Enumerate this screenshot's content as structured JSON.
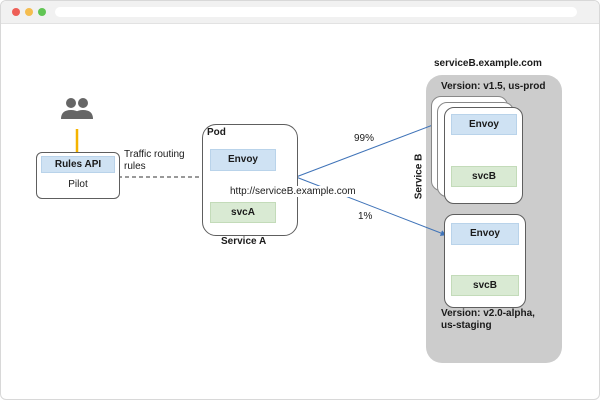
{
  "colors": {
    "proxy_fill": "#cfe2f3",
    "service_fill": "#d9ead3",
    "group_fill": "#cccccc",
    "rules_line": "#f5b400",
    "arrow": "#3f73b8"
  },
  "icons": {
    "users": "users-icon"
  },
  "pilot": {
    "rules_api": "Rules API",
    "label": "Pilot"
  },
  "traffic_label": "Traffic routing\nrules",
  "pod": {
    "label": "Pod",
    "envoy": "Envoy",
    "service": "svcA",
    "caption": "Service A"
  },
  "request_url": "http://serviceB.example.com",
  "split": {
    "primary": "99%",
    "secondary": "1%"
  },
  "service_b": {
    "host": "serviceB.example.com",
    "side_label": "Service B",
    "prod": {
      "version": "Version: v1.5, us-prod",
      "envoy": "Envoy",
      "service": "svcB"
    },
    "staging": {
      "version": "Version: v2.0-alpha,\nus-staging",
      "envoy": "Envoy",
      "service": "svcB"
    }
  }
}
